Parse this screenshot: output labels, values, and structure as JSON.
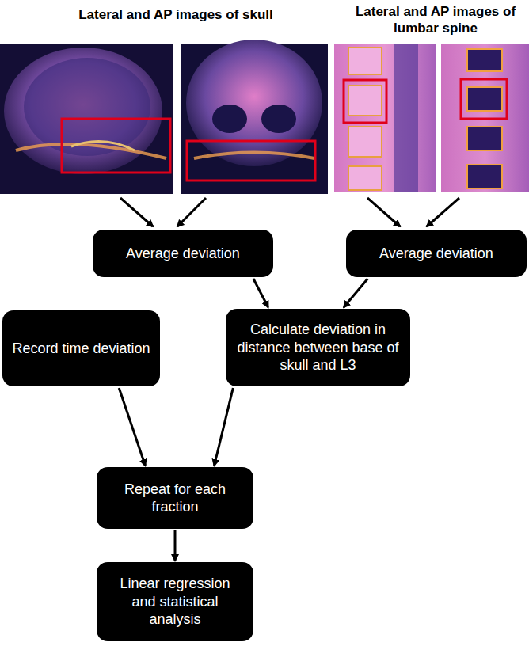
{
  "diagram": {
    "nodes": [
      {
        "text": [
          "Average deviation"
        ]
      },
      {
        "text": [
          "Average deviation"
        ]
      },
      {
        "text": [
          "Record time deviation"
        ]
      },
      {
        "text": [
          "Calculate deviation in distance between base of skull and L3"
        ]
      },
      {
        "text": [
          "Repeat for each fraction"
        ]
      },
      {
        "text": [
          "Linear regression and statistical analysis"
        ]
      }
    ],
    "edges": [
      {
        "from": 0,
        "to": 3,
        "arrow": "to"
      },
      {
        "from": 1,
        "to": 3,
        "arrow": "to"
      },
      {
        "from": 2,
        "to": 4,
        "arrow": "to"
      },
      {
        "from": 3,
        "to": 4,
        "arrow": "to"
      },
      {
        "from": 4,
        "to": 5,
        "arrow": "to"
      }
    ],
    "labels": [
      "Lateral and AP images of skull",
      "Lateral and AP images of lumbar spine"
    ]
  }
}
